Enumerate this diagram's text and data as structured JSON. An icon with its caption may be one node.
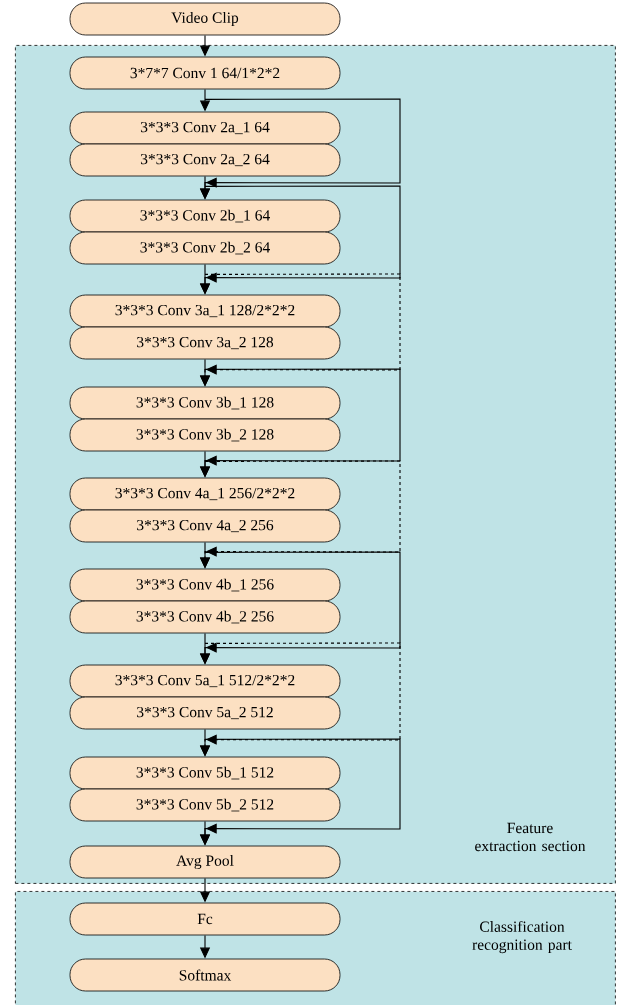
{
  "diagram": {
    "nodes": [
      {
        "text": [
          "Video Clip"
        ]
      },
      {
        "text": [
          "Feature extraction section"
        ]
      },
      {
        "text": [
          "3*7*7 Conv 1 64/1*2*2"
        ],
        "in": 1
      },
      {
        "text": [
          "3*3*3 Conv 2a_1 64"
        ],
        "in": 1
      },
      {
        "text": [
          "3*3*3 Conv 2a_2 64"
        ],
        "in": 1
      },
      {
        "text": [
          "3*3*3 Conv 2b_1 64"
        ],
        "in": 1
      },
      {
        "text": [
          "3*3*3 Conv 2b_2 64"
        ],
        "in": 1
      },
      {
        "text": [
          "3*3*3 Conv 3a_1 128/2*2*2"
        ],
        "in": 1
      },
      {
        "text": [
          "3*3*3 Conv 3a_2 128"
        ],
        "in": 1
      },
      {
        "text": [
          "3*3*3 Conv 3b_1 128"
        ],
        "in": 1
      },
      {
        "text": [
          "3*3*3 Conv 3b_2 128"
        ],
        "in": 1
      },
      {
        "text": [
          "3*3*3 Conv 4a_1 256/2*2*2"
        ],
        "in": 1
      },
      {
        "text": [
          "3*3*3 Conv 4a_2 256"
        ],
        "in": 1
      },
      {
        "text": [
          "3*3*3 Conv 4b_1 256"
        ],
        "in": 1
      },
      {
        "text": [
          "3*3*3 Conv 4b_2 256"
        ],
        "in": 1
      },
      {
        "text": [
          "3*3*3 Conv 5a_1 512/2*2*2"
        ],
        "in": 1
      },
      {
        "text": [
          "3*3*3 Conv 5a_2 512"
        ],
        "in": 1
      },
      {
        "text": [
          "3*3*3 Conv 5b_1 512"
        ],
        "in": 1
      },
      {
        "text": [
          "3*3*3 Conv 5b_2 512"
        ],
        "in": 1
      },
      {
        "text": [
          "Avg Pool"
        ],
        "in": 1
      },
      {
        "text": [
          "Classification recognition part"
        ]
      },
      {
        "text": [
          "Fc"
        ],
        "in": 20
      },
      {
        "text": [
          "Softmax"
        ],
        "in": 20
      }
    ],
    "edges": [
      {
        "from": 0,
        "to": 2,
        "arrow": "to"
      },
      {
        "from": 2,
        "to": 3,
        "arrow": "to"
      },
      {
        "from": 4,
        "to": 5,
        "arrow": "to"
      },
      {
        "from": 6,
        "to": 7,
        "arrow": "to"
      },
      {
        "from": 8,
        "to": 9,
        "arrow": "to"
      },
      {
        "from": 10,
        "to": 11,
        "arrow": "to"
      },
      {
        "from": 12,
        "to": 13,
        "arrow": "to"
      },
      {
        "from": 14,
        "to": 15,
        "arrow": "to"
      },
      {
        "from": 16,
        "to": 17,
        "arrow": "to"
      },
      {
        "from": 18,
        "to": 19,
        "arrow": "to"
      },
      {
        "from": 19,
        "to": 21,
        "arrow": "to"
      },
      {
        "from": 21,
        "to": 22,
        "arrow": "to"
      },
      {
        "from": 2,
        "to": 5,
        "arrow": "to"
      },
      {
        "from": 4,
        "to": 7,
        "arrow": "to"
      },
      {
        "from": 6,
        "to": 9,
        "arrow": "to",
        "style": "dashed"
      },
      {
        "from": 8,
        "to": 11,
        "arrow": "to"
      },
      {
        "from": 10,
        "to": 13,
        "arrow": "to",
        "style": "dashed"
      },
      {
        "from": 12,
        "to": 15,
        "arrow": "to"
      },
      {
        "from": 14,
        "to": 17,
        "arrow": "to",
        "style": "dashed"
      },
      {
        "from": 16,
        "to": 19,
        "arrow": "to"
      }
    ]
  }
}
